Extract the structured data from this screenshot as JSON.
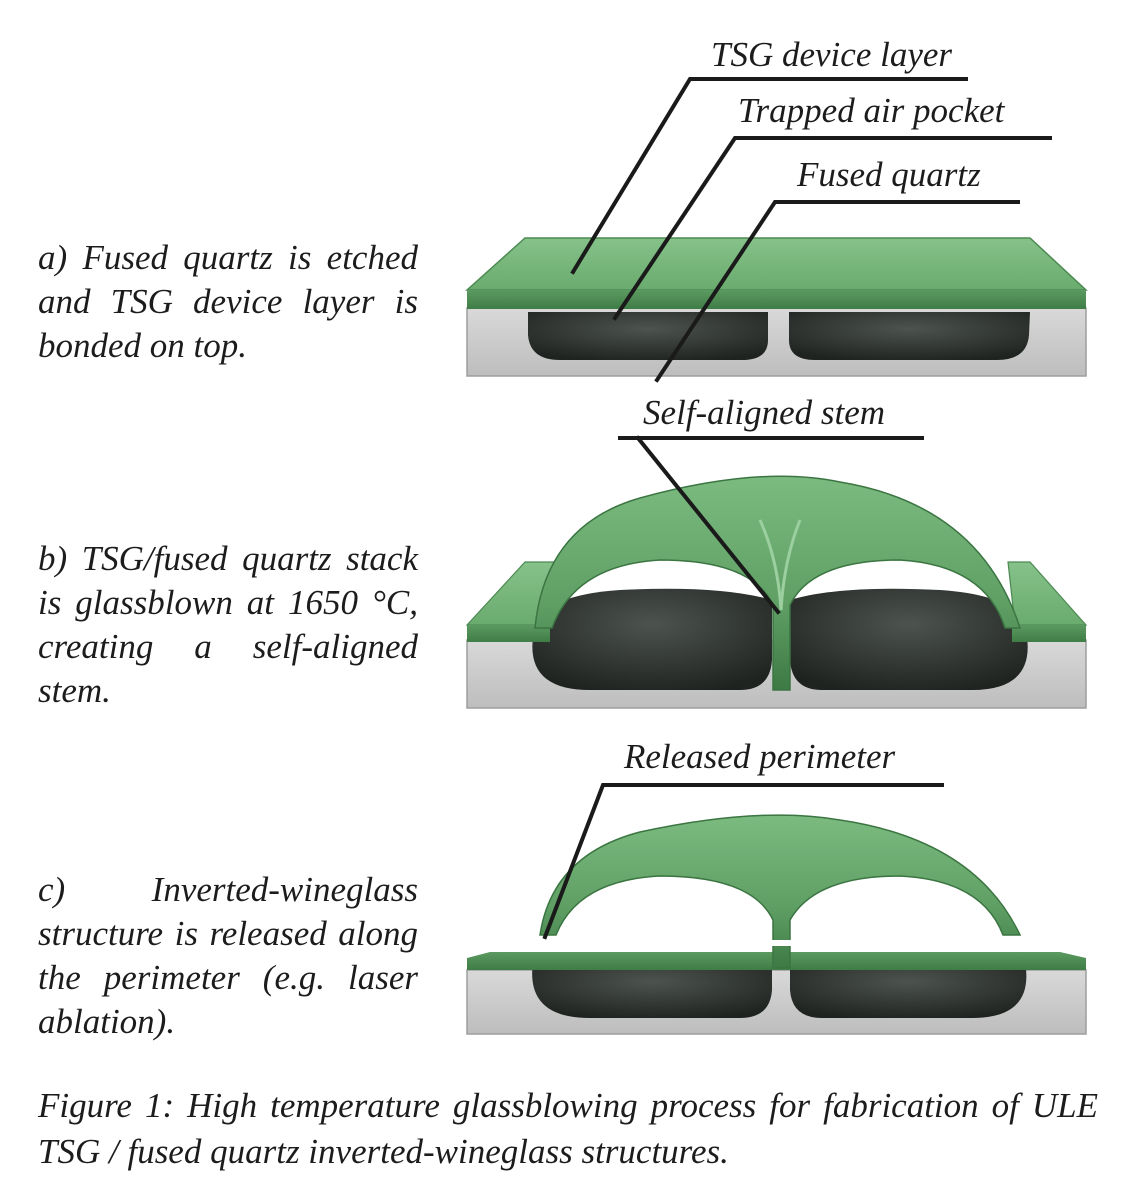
{
  "steps": [
    {
      "id": "a",
      "text": "a) Fused quartz is etched and TSG device layer is bonded on top."
    },
    {
      "id": "b",
      "text": "b) TSG/fused quartz stack is glassblown at 1650 °C, creating a self-aligned stem."
    },
    {
      "id": "c",
      "text": "c) Inverted-wineglass structure is released along the perimeter (e.g. laser ablation)."
    }
  ],
  "labels": {
    "device_layer": "TSG device layer",
    "air_pocket": "Trapped air pocket",
    "fused_quartz": "Fused quartz",
    "stem": "Self-aligned stem",
    "perimeter": "Released perimeter"
  },
  "caption": "Figure 1: High temperature glassblowing process for fabrication of ULE TSG / fused quartz inverted-wineglass structures.",
  "colors": {
    "tsg_green": "#6aab6e",
    "tsg_dark": "#3f7d46",
    "quartz_gray": "#cfcfcf",
    "pocket": "#2f3330"
  }
}
